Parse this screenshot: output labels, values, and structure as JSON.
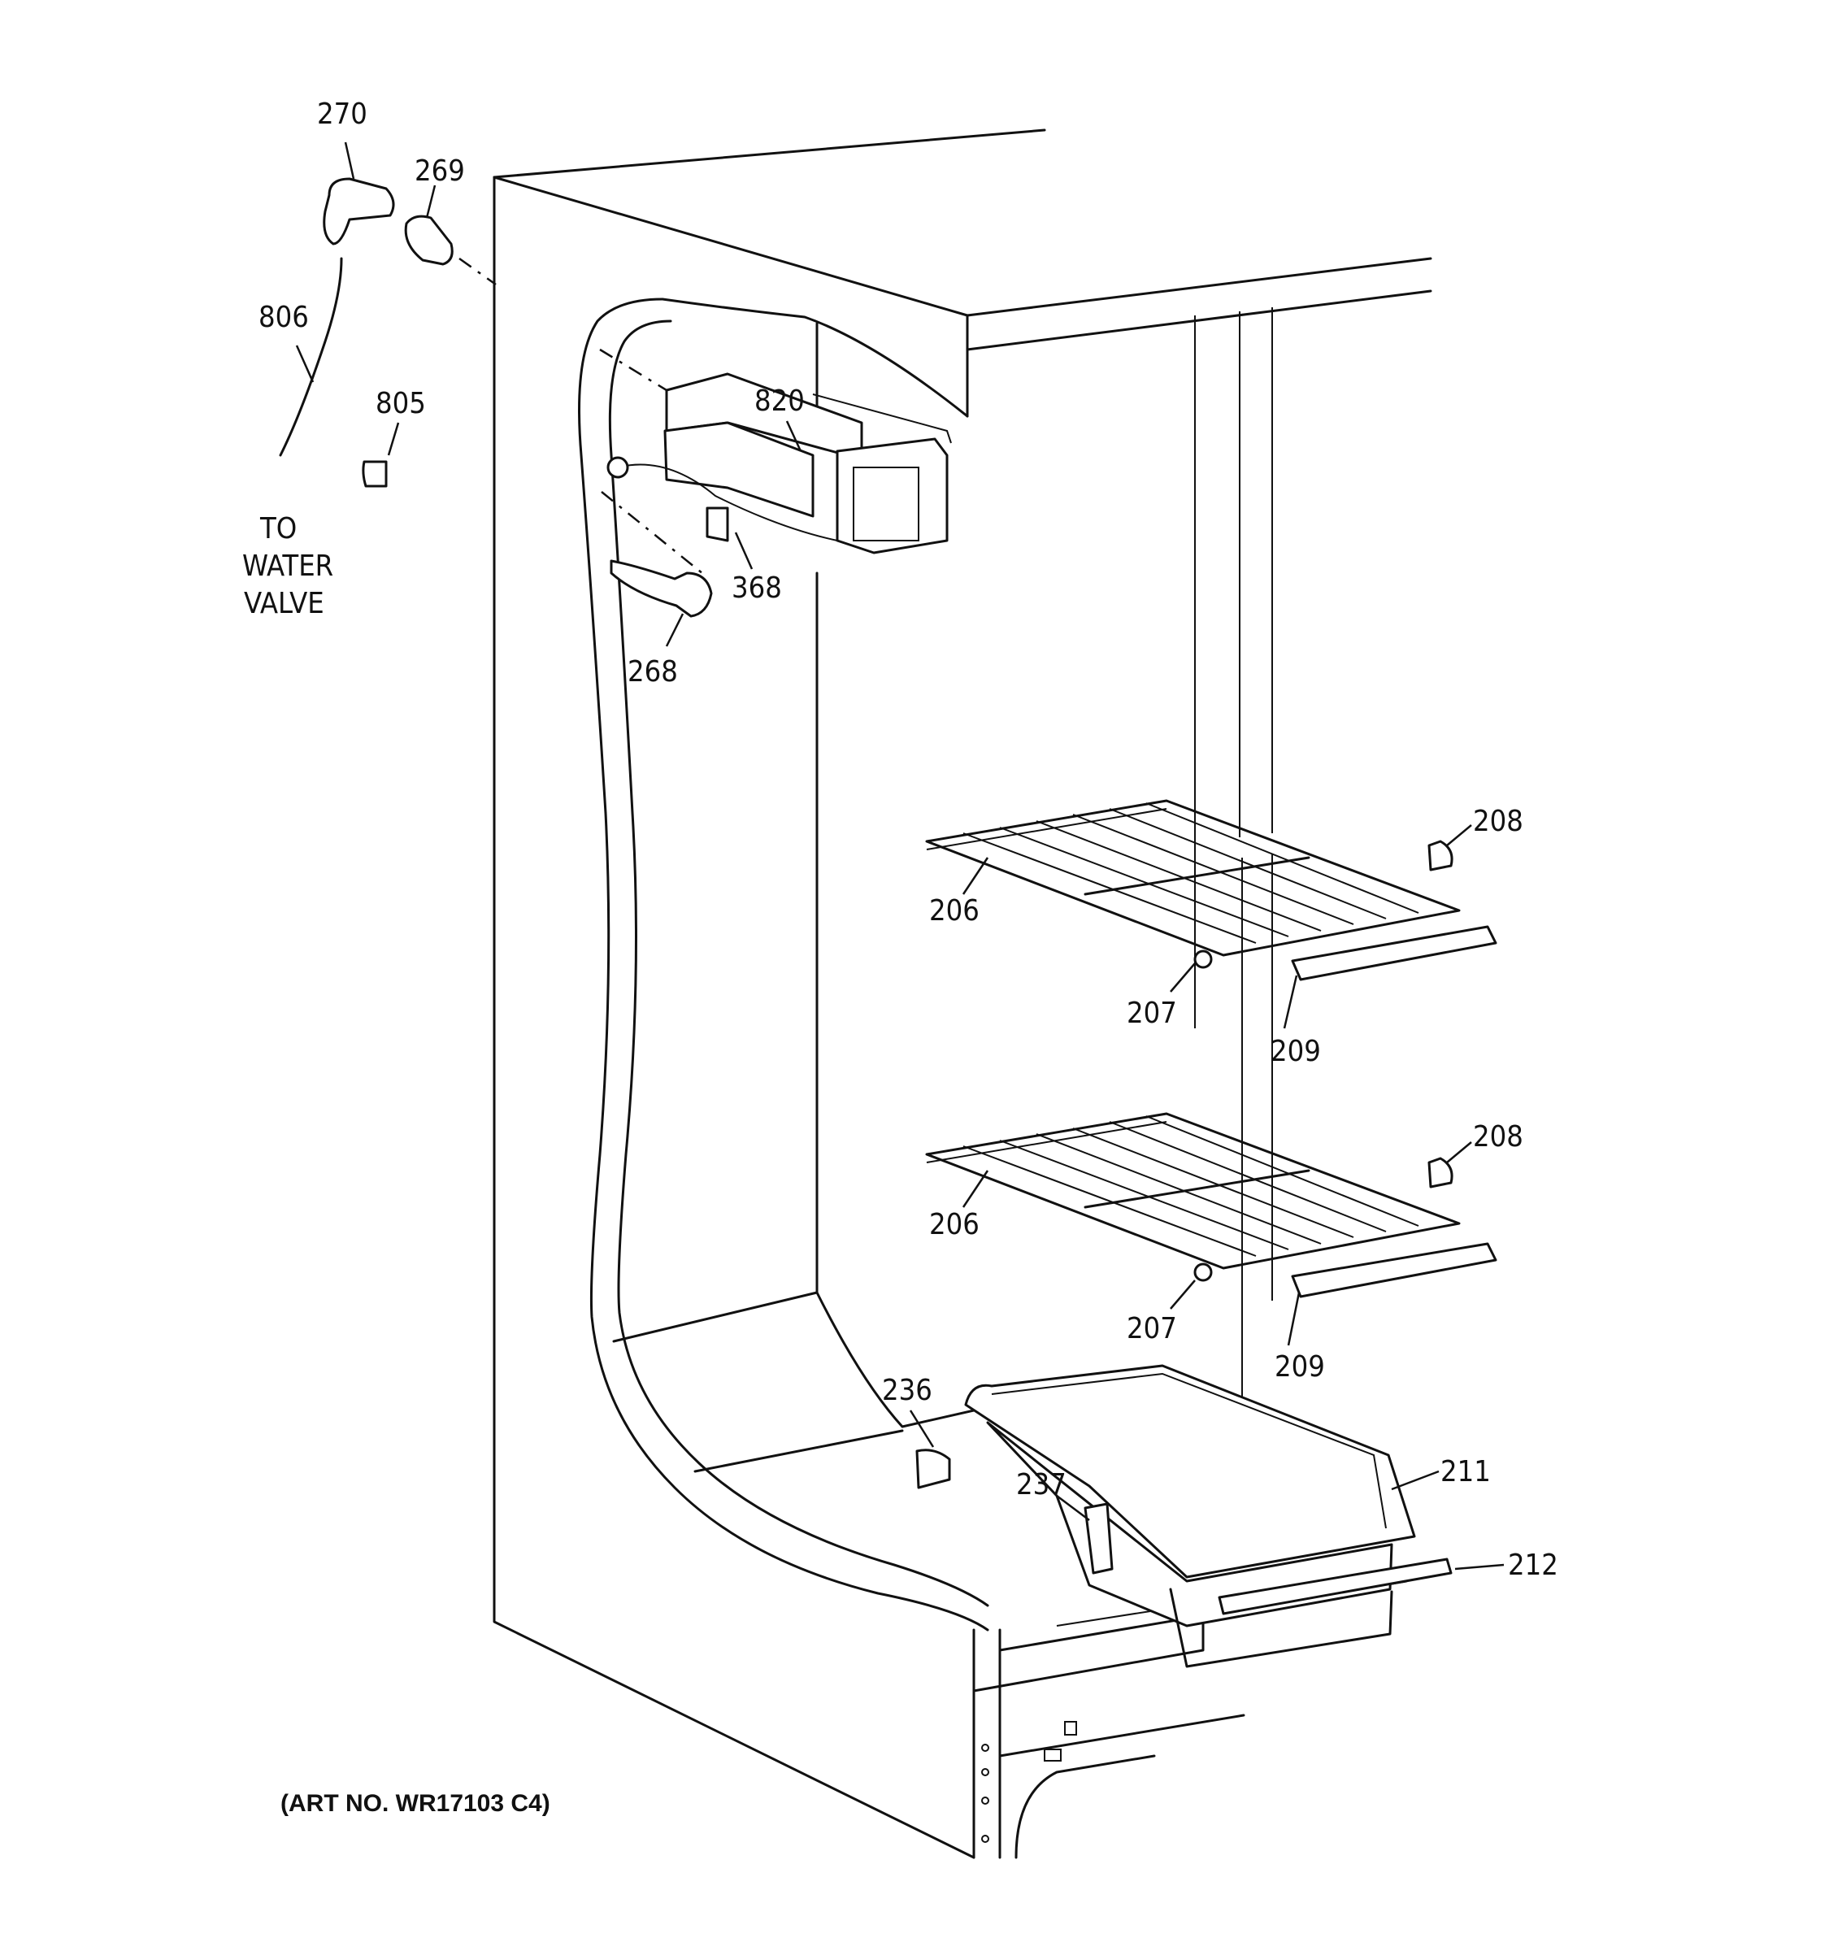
{
  "diagram": {
    "caption": "(ART NO. WR17103 C4)",
    "note_lines": [
      "TO",
      "WATER",
      "VALVE"
    ],
    "callouts": {
      "c270": "270",
      "c269": "269",
      "c806": "806",
      "c805": "805",
      "c820": "820",
      "c368": "368",
      "c268": "268",
      "c208a": "208",
      "c206a": "206",
      "c207a": "207",
      "c209a": "209",
      "c208b": "208",
      "c206b": "206",
      "c207b": "207",
      "c209b": "209",
      "c236": "236",
      "c237": "237",
      "c211": "211",
      "c212": "212"
    }
  }
}
